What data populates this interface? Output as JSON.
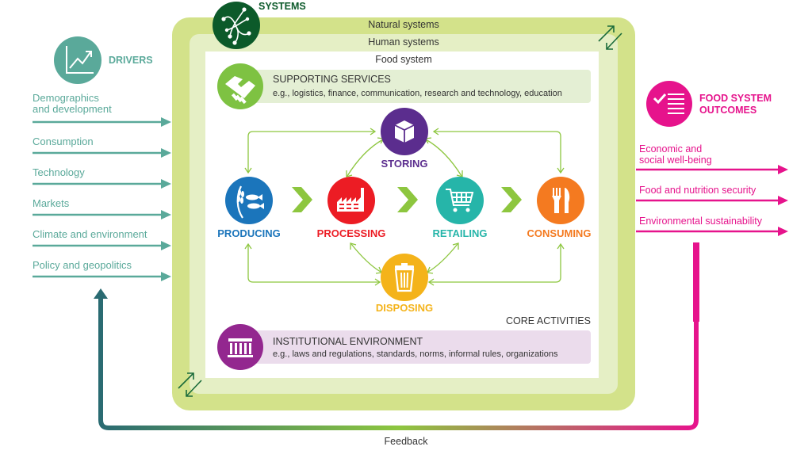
{
  "systems": {
    "heading": "SYSTEMS",
    "icon": "network-nodes-icon",
    "bands": {
      "natural": "Natural systems",
      "human": "Human systems",
      "food": "Food system"
    }
  },
  "drivers": {
    "heading": "DRIVERS",
    "icon": "trend-chart-icon",
    "items": [
      "Demographics\nand development",
      "Consumption",
      "Technology",
      "Markets",
      "Climate and environment",
      "Policy and geopolitics"
    ]
  },
  "outcomes": {
    "heading_line1": "FOOD SYSTEM",
    "heading_line2": "OUTCOMES",
    "icon": "checklist-icon",
    "items": [
      "Economic and\nsocial well-being",
      "Food and nutrition security",
      "Environmental sustainability"
    ]
  },
  "supporting_services": {
    "title": "SUPPORTING SERVICES",
    "subtitle": "e.g., logistics, finance, communication, research and technology, education",
    "icon": "handshake-icon"
  },
  "core_activities": {
    "label": "CORE ACTIVITIES",
    "stages": [
      {
        "id": "producing",
        "label": "PRODUCING",
        "icon": "wheat-fish-icon",
        "color": "#1b75bb"
      },
      {
        "id": "processing",
        "label": "PROCESSING",
        "icon": "factory-icon",
        "color": "#ec1c24"
      },
      {
        "id": "retailing",
        "label": "RETAILING",
        "icon": "shopping-cart-icon",
        "color": "#26b5a9"
      },
      {
        "id": "consuming",
        "label": "CONSUMING",
        "icon": "fork-knife-icon",
        "color": "#f47a20"
      },
      {
        "id": "storing",
        "label": "STORING",
        "icon": "box-icon",
        "color": "#5b2d8e"
      },
      {
        "id": "disposing",
        "label": "DISPOSING",
        "icon": "trash-bin-icon",
        "color": "#f4b31a"
      }
    ]
  },
  "institutional_environment": {
    "title": "INSTITUTIONAL ENVIRONMENT",
    "subtitle": "e.g., laws and regulations, standards, norms, informal rules, organizations",
    "icon": "institution-building-icon"
  },
  "feedback": {
    "label": "Feedback"
  },
  "colors": {
    "drivers": "#5aa99a",
    "outcomes": "#e6138c",
    "natural_band": "#d3e28a",
    "human_band": "#e5efc5",
    "systems_icon": "#0c5a2a",
    "feedback_start": "#2a6b72",
    "feedback_mid": "#8dc63f",
    "feedback_end": "#e6138c",
    "connector": "#8dc63f",
    "supporting_bg": "#e4efd4",
    "institutional_bg": "#ebdcec",
    "handshake_circle": "#7ec242",
    "institution_circle": "#93278f"
  }
}
